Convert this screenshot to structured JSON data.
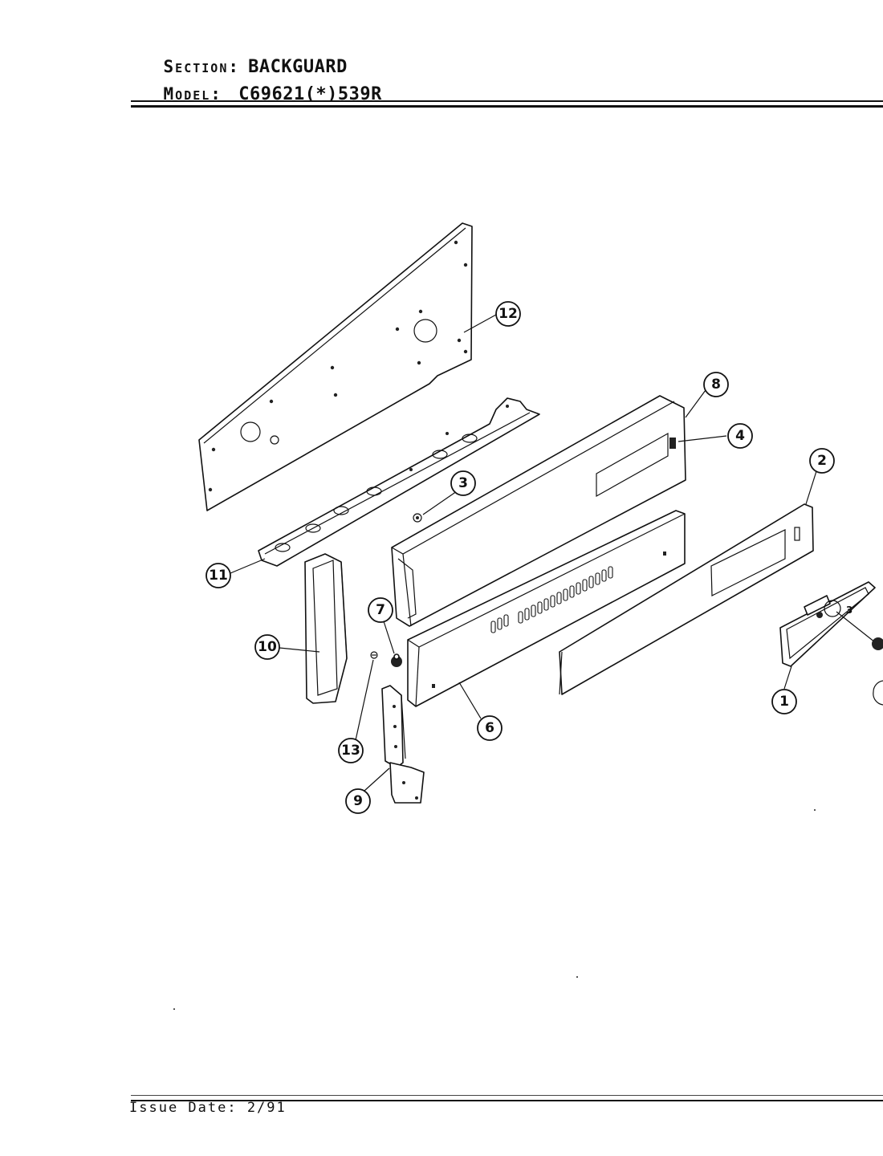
{
  "header": {
    "section_label": "Section:",
    "section_value": "BACKGUARD",
    "model_label": "Model:",
    "model_value": "C69621(*)539R"
  },
  "footer": {
    "issue_date": "Issue Date: 2/91"
  },
  "diagram": {
    "callouts": [
      {
        "id": "1",
        "text": "1"
      },
      {
        "id": "2",
        "text": "2"
      },
      {
        "id": "3",
        "text": "3"
      },
      {
        "id": "4",
        "text": "4"
      },
      {
        "id": "6",
        "text": "6"
      },
      {
        "id": "7",
        "text": "7"
      },
      {
        "id": "8",
        "text": "8"
      },
      {
        "id": "9",
        "text": "9"
      },
      {
        "id": "10",
        "text": "10"
      },
      {
        "id": "11",
        "text": "11"
      },
      {
        "id": "12",
        "text": "12"
      },
      {
        "id": "13",
        "text": "13"
      }
    ],
    "part_marks": {
      "knob_number": "3"
    }
  }
}
